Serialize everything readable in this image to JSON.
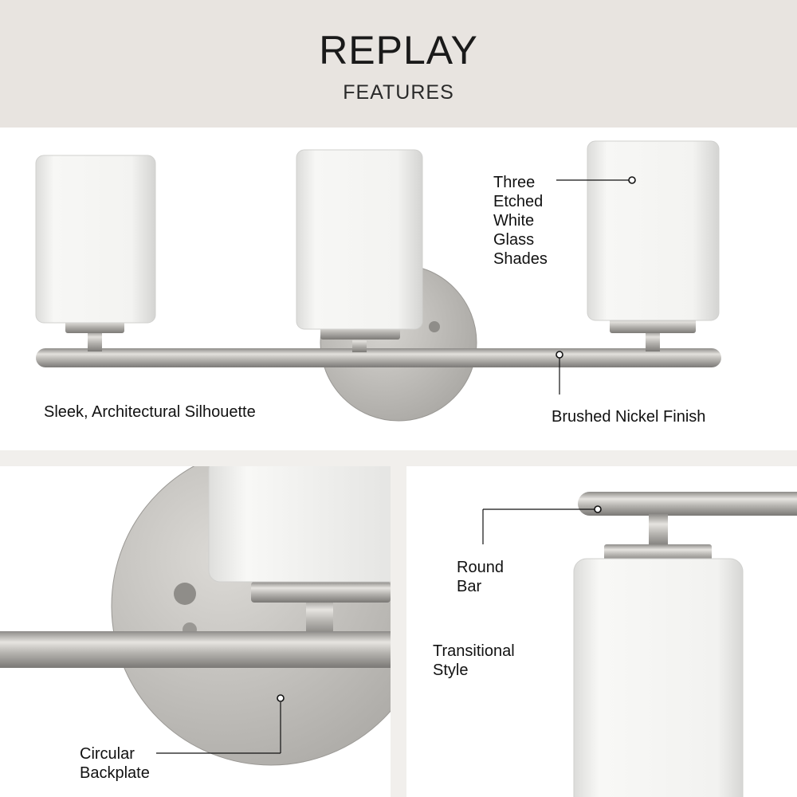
{
  "header": {
    "title": "REPLAY",
    "subtitle": "FEATURES"
  },
  "callouts": {
    "shades": "Three\nEtched\nWhite\nGlass\nShades",
    "silhouette": "Sleek, Architectural Silhouette",
    "finish": "Brushed Nickel Finish",
    "backplate": "Circular\nBackplate",
    "round_bar": "Round\nBar",
    "style": "Transitional\nStyle"
  },
  "colors": {
    "header_bg": "#e8e4e0",
    "nickel": "#b9b7b3",
    "glass": "#f4f4f2"
  }
}
